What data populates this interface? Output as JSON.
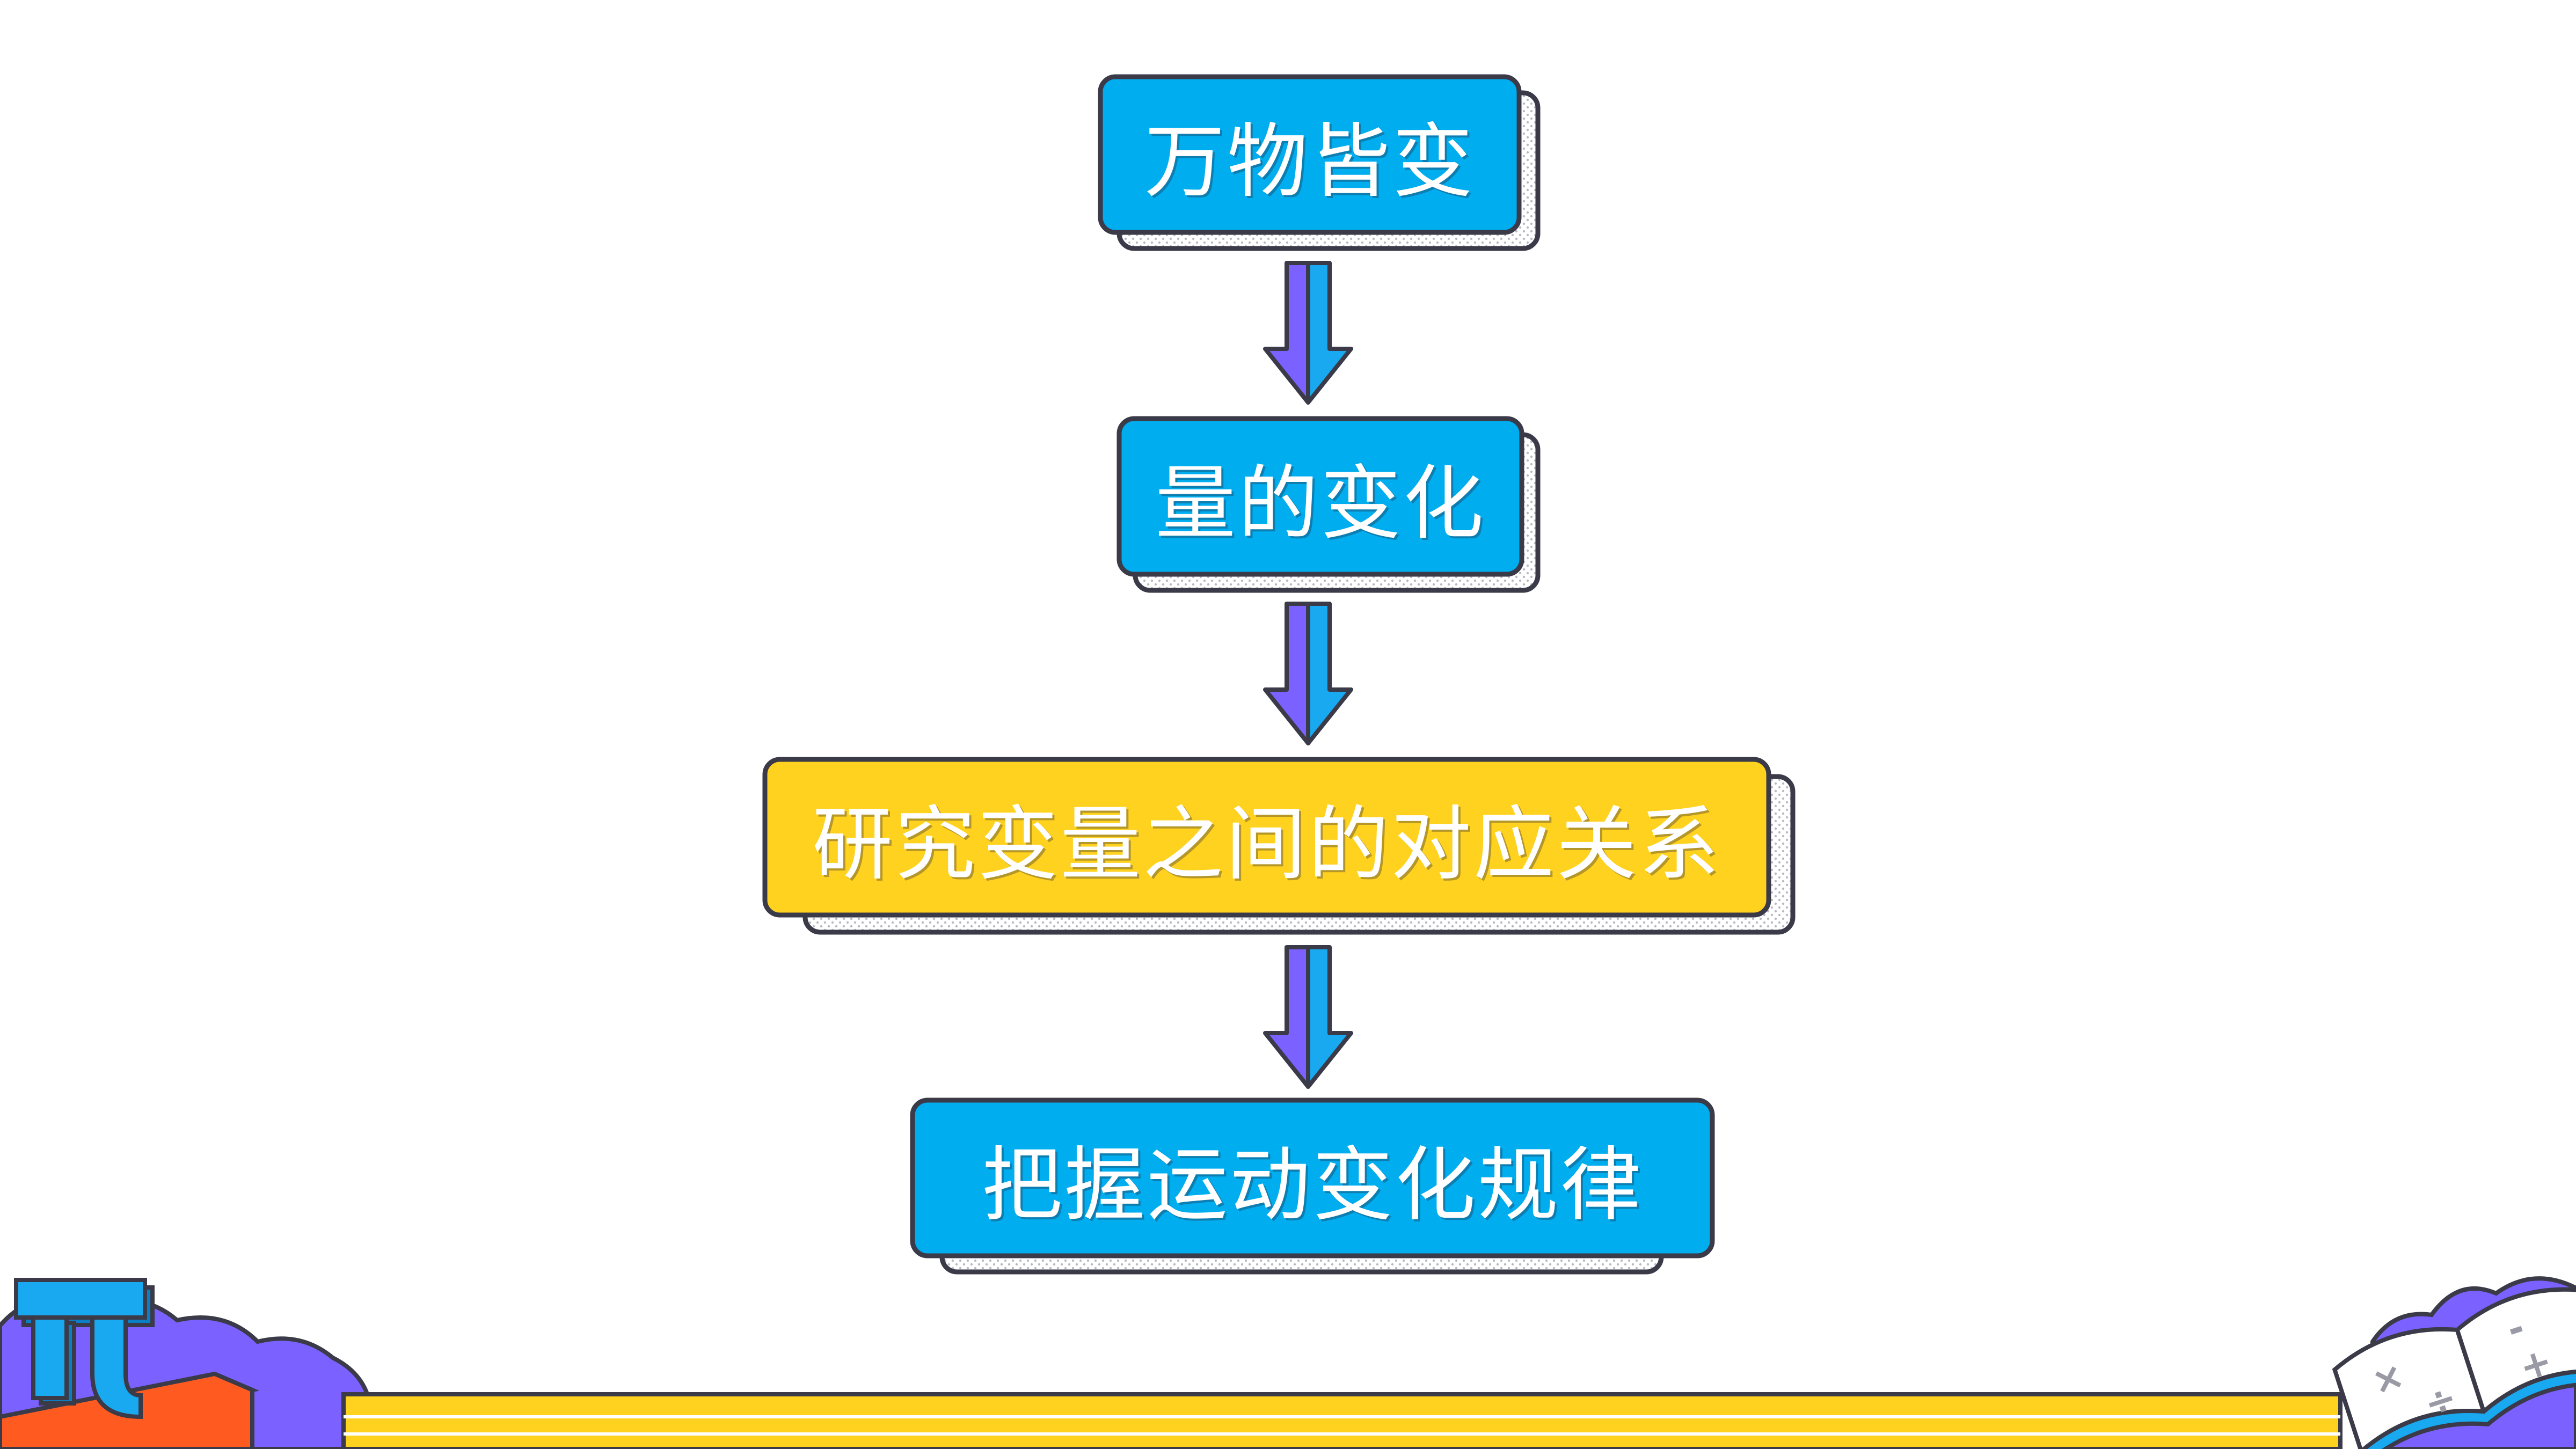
{
  "flowchart": {
    "steps": [
      {
        "label": "万物皆变",
        "color": "#00ADEF"
      },
      {
        "label": "量的变化",
        "color": "#00ADEF"
      },
      {
        "label": "研究变量之间的对应关系",
        "color": "#FFD21F"
      },
      {
        "label": "把握运动变化规律",
        "color": "#00ADEF"
      }
    ],
    "arrow_colors": {
      "left": "#7B61FF",
      "right": "#19A9F0"
    }
  },
  "decor": {
    "pi_symbol": "π",
    "book_symbols": [
      "-",
      "+",
      "×",
      "÷"
    ],
    "stripe_color": "#FFD21F",
    "cloud_color": "#7B61FF",
    "outline_color": "#3A3A48"
  }
}
